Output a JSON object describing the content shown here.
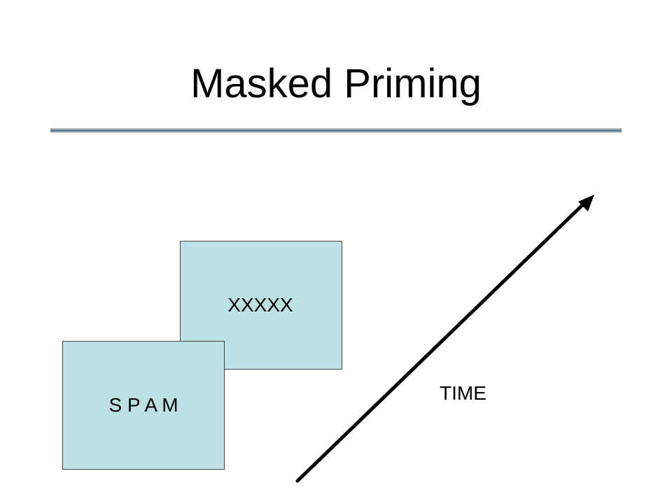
{
  "slide": {
    "title": "Masked Priming",
    "mask_card_text": "XXXXX",
    "prime_card_text": "S P A M",
    "axis_label": "TIME"
  },
  "colors": {
    "card_fill": "#bde0e4",
    "card_border": "#444444",
    "arrow": "#000000"
  },
  "icons": {
    "arrow": "time-arrow-icon"
  }
}
